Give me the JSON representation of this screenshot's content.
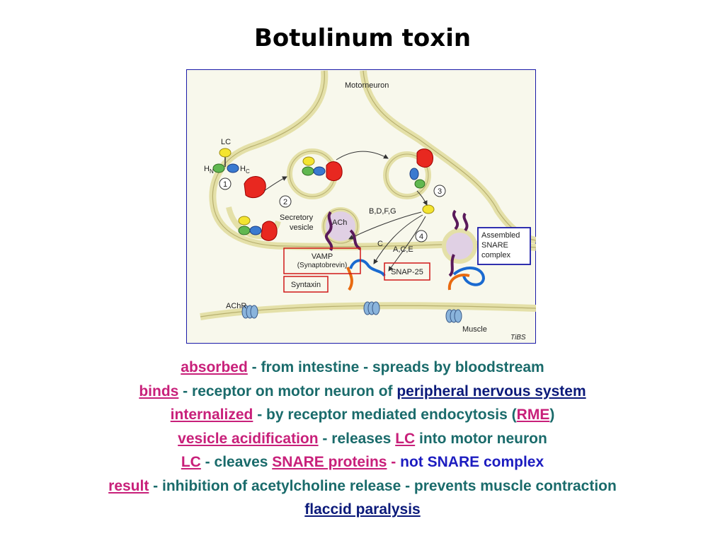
{
  "title": "Botulinum toxin",
  "diagram": {
    "motorneuron": "Motorneuron",
    "lc": "LC",
    "hn_main": "H",
    "hn_sub": "N",
    "hc_main": "H",
    "hc_sub": "C",
    "step1": "1",
    "step2": "2",
    "step3": "3",
    "step4": "4",
    "secretory_vesicle_line1": "Secretory",
    "secretory_vesicle_line2": "vesicle",
    "ach": "ACh",
    "bdfg": "B,D,F,G",
    "c": "C",
    "ace": "A,C,E",
    "vamp": "VAMP",
    "synaptobrevin": "(Synaptobrevin)",
    "syntaxin": "Syntaxin",
    "snap25": "SNAP-25",
    "assembled_line1": "Assembled",
    "assembled_line2": "SNARE",
    "assembled_line3": "complex",
    "achr": "AChR",
    "muscle": "Muscle",
    "tibs": "TiBS"
  },
  "lines": {
    "l1_kw": "absorbed",
    "l1_sep": " - ",
    "l1_text": "from intestine - spreads by bloodstream",
    "l2_kw": "binds",
    "l2_sep": " - ",
    "l2_text": "receptor on motor neuron of ",
    "l2_link": "peripheral nervous system",
    "l3_kw": "internalized",
    "l3_sep": " - ",
    "l3_text": "by receptor mediated endocytosis (",
    "l3_rme": "RME",
    "l3_close": ")",
    "l4_kw": "vesicle acidification",
    "l4_sep": " - ",
    "l4_text1": "releases ",
    "l4_lc": "LC",
    "l4_text2": " into motor neuron",
    "l5_kw1": "LC",
    "l5_sep": " - ",
    "l5_text": "cleaves ",
    "l5_kw2": "SNARE proteins",
    "l5_sep2": " - ",
    "l5_not": "not SNARE complex",
    "l6_kw": "result",
    "l6_sep": " - ",
    "l6_text": "inhibition of acetylcholine release - prevents muscle contraction",
    "l7_link": "flaccid paralysis"
  },
  "colors": {
    "keyword": "#c8207a",
    "body_text": "#1a6b6b",
    "link_navy": "#0b1a7a",
    "highlight_blue": "#1c1cc0",
    "figure_border": "#1a1aa8",
    "callout_red": "#d01818"
  }
}
